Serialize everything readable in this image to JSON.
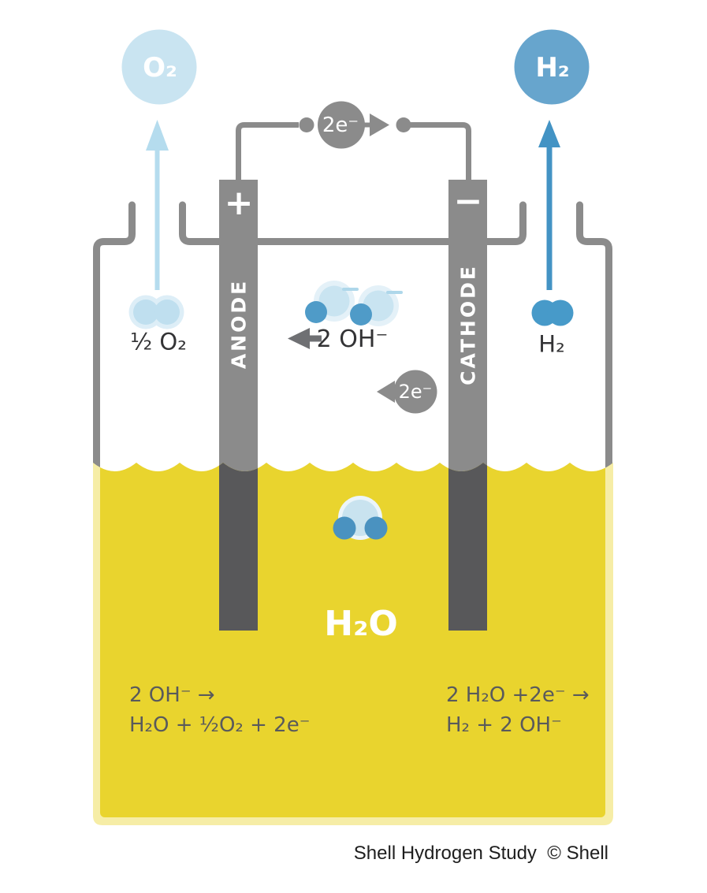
{
  "colors": {
    "liquid_yellow": "#e9d42e",
    "liquid_pale_border": "#f6eda6",
    "wire_gray": "#8b8b8b",
    "submerged_dark_gray": "#58585a",
    "oxygen_light_blue": "#c9e4f1",
    "hydrogen_mid_blue": "#67a5cd",
    "hydrogen_arrow_blue": "#4393c4",
    "oxygen_arrow_light_blue": "#b5dcee",
    "equation_text": "#595a5c",
    "caption_text": "#1e1e1e"
  },
  "gas_bubbles": {
    "oxygen": {
      "label": "O₂"
    },
    "hydrogen": {
      "label": "H₂"
    }
  },
  "circuit": {
    "electron_flow_label": "2e⁻"
  },
  "electrodes": {
    "anode": {
      "sign": "+",
      "label": "ANODE"
    },
    "cathode": {
      "sign": "−",
      "label": "CATHODE"
    }
  },
  "cell_labels": {
    "half_oxygen": "½ O₂",
    "hydroxide": "2 OH⁻",
    "hydrogen": "H₂",
    "electron_transfer": "2e⁻",
    "water": "H₂O"
  },
  "reactions": {
    "anode_line1": "2 OH⁻ →",
    "anode_line2": "H₂O + ½O₂ + 2e⁻",
    "cathode_line1": "2 H₂O +2e⁻ →",
    "cathode_line2": "H₂ + 2 OH⁻"
  },
  "caption": "Shell Hydrogen Study  © Shell"
}
